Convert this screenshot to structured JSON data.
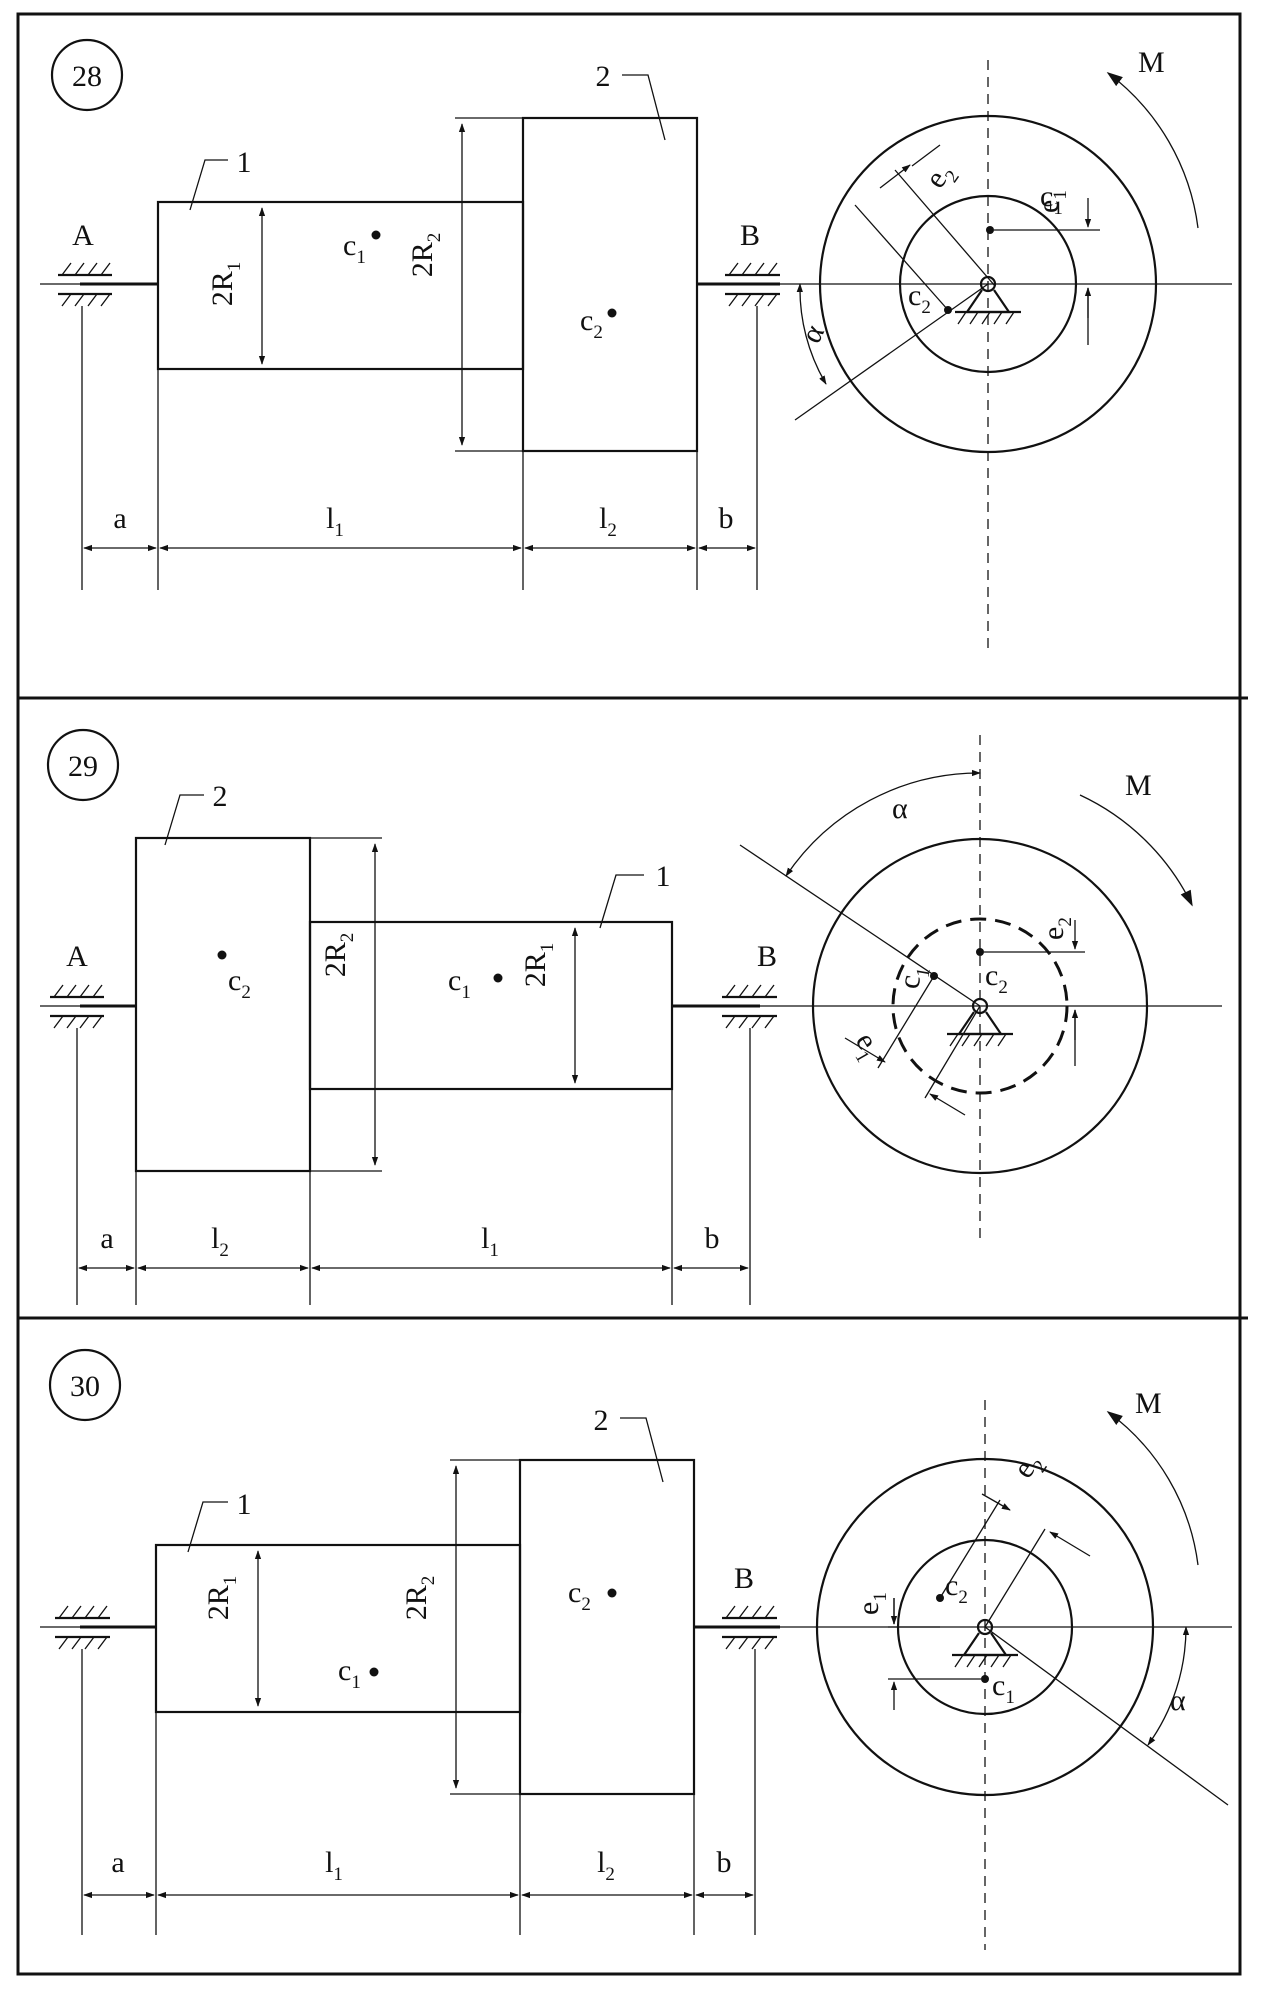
{
  "panels": [
    {
      "number": "28",
      "support_left": "A",
      "support_right": "B",
      "part1": "1",
      "part2": "2",
      "radius1": {
        "main": "2R",
        "sub": "1"
      },
      "radius2": {
        "main": "2R",
        "sub": "2"
      },
      "c1": {
        "main": "c",
        "sub": "1"
      },
      "c2": {
        "main": "c",
        "sub": "2"
      },
      "e1": {
        "main": "e",
        "sub": "1"
      },
      "e2": {
        "main": "e",
        "sub": "2"
      },
      "dims": {
        "a": "a",
        "l1": {
          "main": "l",
          "sub": "1"
        },
        "l2": {
          "main": "l",
          "sub": "2"
        },
        "b": "b"
      },
      "moment": "M",
      "angle": "α"
    },
    {
      "number": "29",
      "support_left": "A",
      "support_right": "B",
      "part1": "1",
      "part2": "2",
      "radius1": {
        "main": "2R",
        "sub": "1"
      },
      "radius2": {
        "main": "2R",
        "sub": "2"
      },
      "c1": {
        "main": "c",
        "sub": "1"
      },
      "c2": {
        "main": "c",
        "sub": "2"
      },
      "e1": {
        "main": "e",
        "sub": "1"
      },
      "e2": {
        "main": "e",
        "sub": "2"
      },
      "dims": {
        "a": "a",
        "l1": {
          "main": "l",
          "sub": "1"
        },
        "l2": {
          "main": "l",
          "sub": "2"
        },
        "b": "b"
      },
      "moment": "M",
      "angle": "α"
    },
    {
      "number": "30",
      "support_left": "",
      "support_right": "B",
      "part1": "1",
      "part2": "2",
      "radius1": {
        "main": "2R",
        "sub": "1"
      },
      "radius2": {
        "main": "2R",
        "sub": "2"
      },
      "c1": {
        "main": "c",
        "sub": "1"
      },
      "c2": {
        "main": "c",
        "sub": "2"
      },
      "e1": {
        "main": "e",
        "sub": "1"
      },
      "e2": {
        "main": "e",
        "sub": "2"
      },
      "dims": {
        "a": "a",
        "l1": {
          "main": "l",
          "sub": "1"
        },
        "l2": {
          "main": "l",
          "sub": "2"
        },
        "b": "b"
      },
      "moment": "M",
      "angle": "α"
    }
  ]
}
